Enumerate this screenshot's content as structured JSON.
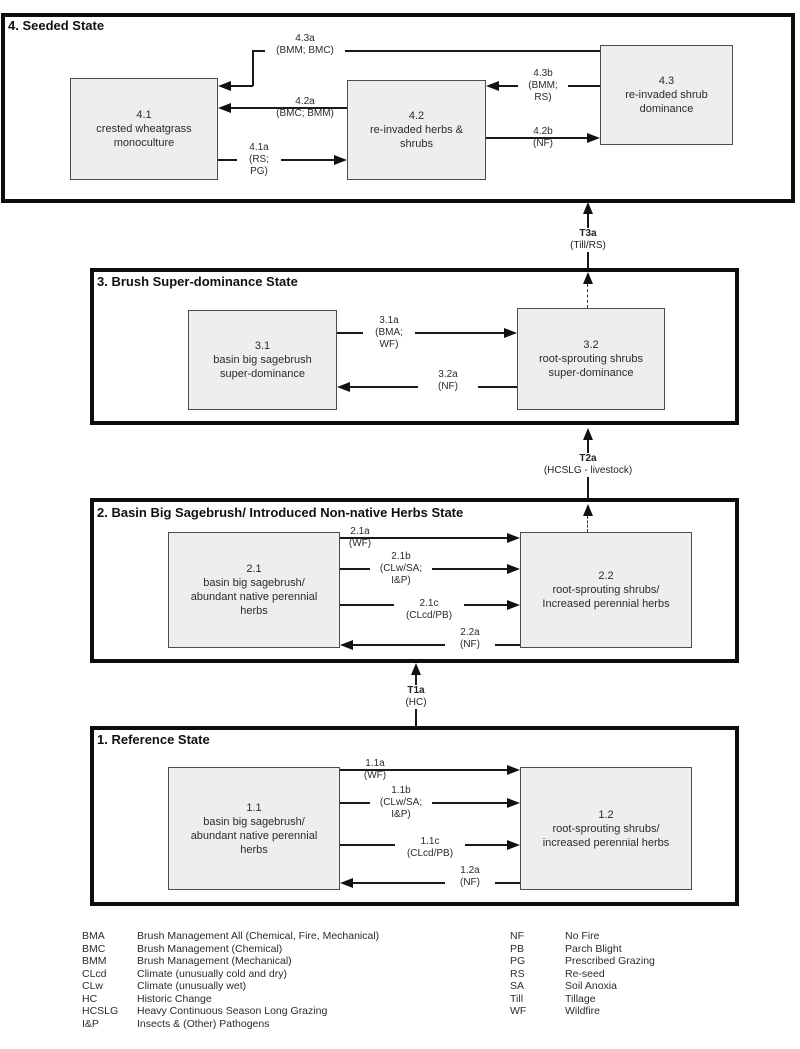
{
  "states": {
    "s4": {
      "title": "4. Seeded State",
      "boxes": {
        "b41": {
          "text": "4.1\ncrested wheatgrass\nmonoculture"
        },
        "b42": {
          "text": "4.2\nre-invaded herbs &\nshrubs"
        },
        "b43": {
          "text": "4.3\nre-invaded shrub\ndominance"
        }
      },
      "arrows": {
        "a43a": {
          "label": "4.3a\n(BMM; BMC)"
        },
        "a42a": {
          "label": "4.2a\n(BMC; BMM)"
        },
        "a41a": {
          "label": "4.1a\n(RS;\nPG)"
        },
        "a43b": {
          "label": "4.3b\n(BMM;\nRS)"
        },
        "a42b": {
          "label": "4.2b\n(NF)"
        }
      }
    },
    "s3": {
      "title": "3. Brush Super-dominance State",
      "boxes": {
        "b31": {
          "text": "3.1\nbasin big sagebrush\nsuper-dominance"
        },
        "b32": {
          "text": "3.2\nroot-sprouting shrubs\nsuper-dominance"
        }
      },
      "arrows": {
        "a31a": {
          "label": "3.1a\n(BMA;\nWF)"
        },
        "a32a": {
          "label": "3.2a\n(NF)"
        }
      }
    },
    "s2": {
      "title": "2. Basin Big Sagebrush/ Introduced Non-native Herbs State",
      "boxes": {
        "b21": {
          "text": "2.1\nbasin big sagebrush/\nabundant native perennial\nherbs"
        },
        "b22": {
          "text": "2.2\nroot-sprouting shrubs/\nIncreased perennial herbs"
        }
      },
      "arrows": {
        "a21a": {
          "label": "2.1a\n(WF)"
        },
        "a21b": {
          "label": "2.1b\n(CLw/SA;\nI&P)"
        },
        "a21c": {
          "label": "2.1c\n(CLcd/PB)"
        },
        "a22a": {
          "label": "2.2a\n(NF)"
        }
      }
    },
    "s1": {
      "title": "1. Reference State",
      "boxes": {
        "b11": {
          "text": "1.1\nbasin big sagebrush/\nabundant native perennial\nherbs"
        },
        "b12": {
          "text": "1.2\nroot-sprouting shrubs/\nincreased perennial herbs"
        }
      },
      "arrows": {
        "a11a": {
          "label": "1.1a\n(WF)"
        },
        "a11b": {
          "label": "1.1b\n(CLw/SA;\nI&P)"
        },
        "a11c": {
          "label": "1.1c\n(CLcd/PB)"
        },
        "a12a": {
          "label": "1.2a\n(NF)"
        }
      }
    }
  },
  "transitions": {
    "t3a": {
      "code": "T3a",
      "cause": "(Till/RS)"
    },
    "t2a": {
      "code": "T2a",
      "cause": "(HCSLG - livestock)"
    },
    "t1a": {
      "code": "T1a",
      "cause": "(HC)"
    }
  },
  "legend": {
    "left": [
      {
        "abbr": "BMA",
        "def": "Brush Management All (Chemical, Fire, Mechanical)"
      },
      {
        "abbr": "BMC",
        "def": "Brush Management (Chemical)"
      },
      {
        "abbr": "BMM",
        "def": "Brush Management (Mechanical)"
      },
      {
        "abbr": "CLcd",
        "def": "Climate (unusually cold and dry)"
      },
      {
        "abbr": "CLw",
        "def": "Climate (unusually wet)"
      },
      {
        "abbr": "HC",
        "def": "Historic Change"
      },
      {
        "abbr": "HCSLG",
        "def": "Heavy Continuous Season Long Grazing"
      },
      {
        "abbr": "I&P",
        "def": "Insects & (Other) Pathogens"
      }
    ],
    "right": [
      {
        "abbr": "NF",
        "def": "No Fire"
      },
      {
        "abbr": "PB",
        "def": "Parch Blight"
      },
      {
        "abbr": "PG",
        "def": "Prescribed Grazing"
      },
      {
        "abbr": "RS",
        "def": "Re-seed"
      },
      {
        "abbr": "SA",
        "def": "Soil Anoxia"
      },
      {
        "abbr": "Till",
        "def": "Tillage"
      },
      {
        "abbr": "WF",
        "def": "Wildfire"
      }
    ]
  },
  "colors": {
    "box_fill": "#eeeeee",
    "box_border": "#4d4d4d",
    "state_border": "#0d0d0d",
    "line": "#1a1a1a"
  }
}
